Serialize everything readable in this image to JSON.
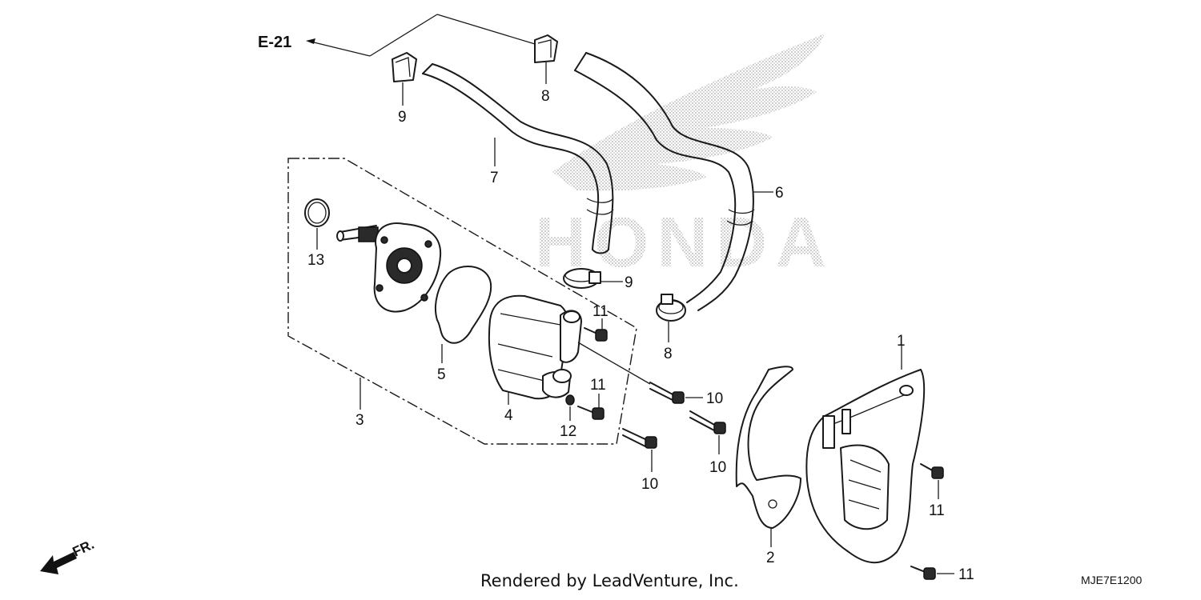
{
  "diagram": {
    "reference_label": "E-21",
    "front_label": "FR.",
    "watermark": {
      "text": "HONDA",
      "logo": "honda-wing-logo"
    },
    "callouts": [
      {
        "id": "c1",
        "text": "1"
      },
      {
        "id": "c2",
        "text": "2"
      },
      {
        "id": "c3",
        "text": "3"
      },
      {
        "id": "c4",
        "text": "4"
      },
      {
        "id": "c5",
        "text": "5"
      },
      {
        "id": "c6",
        "text": "6"
      },
      {
        "id": "c7",
        "text": "7"
      },
      {
        "id": "c8a",
        "text": "8"
      },
      {
        "id": "c8b",
        "text": "8"
      },
      {
        "id": "c9a",
        "text": "9"
      },
      {
        "id": "c9b",
        "text": "9"
      },
      {
        "id": "c10a",
        "text": "10"
      },
      {
        "id": "c10b",
        "text": "10"
      },
      {
        "id": "c10c",
        "text": "10"
      },
      {
        "id": "c11a",
        "text": "11"
      },
      {
        "id": "c11b",
        "text": "11"
      },
      {
        "id": "c11c",
        "text": "11"
      },
      {
        "id": "c11d",
        "text": "11"
      },
      {
        "id": "c12",
        "text": "12"
      },
      {
        "id": "c13",
        "text": "13"
      }
    ],
    "credit": "Rendered by LeadVenture, Inc.",
    "diagram_code": "MJE7E1200"
  }
}
